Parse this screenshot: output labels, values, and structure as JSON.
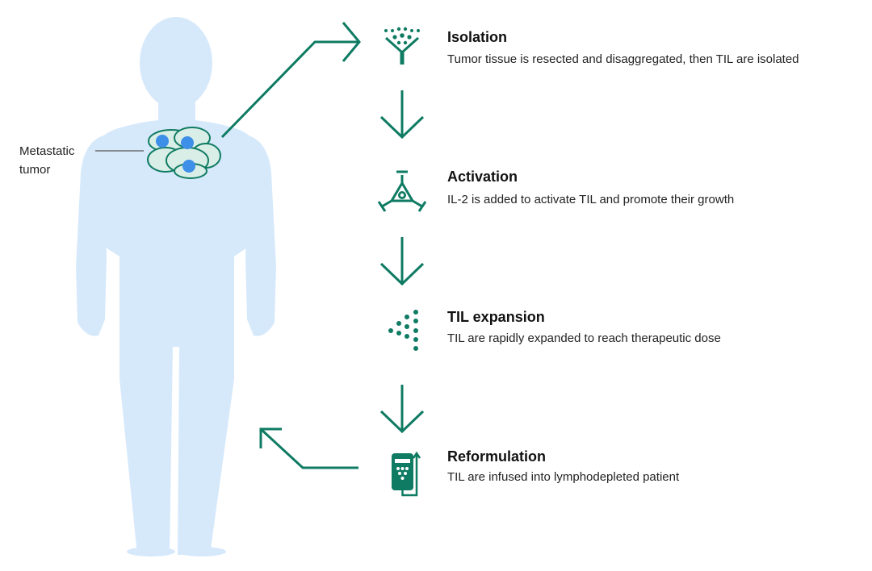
{
  "colors": {
    "accent": "#0f7b63",
    "body": "#d6e9fb",
    "cell_fill": "#d9eee6",
    "cell_dot": "#3d8fe8",
    "text": "#222222"
  },
  "tumor_label": {
    "line1": "Metastatic",
    "line2": "tumor"
  },
  "steps": [
    {
      "icon": "funnel-filter-icon",
      "title": "Isolation",
      "description": "Tumor tissue is resected and disaggregated, then TIL are isolated"
    },
    {
      "icon": "activation-molecule-icon",
      "title": "Activation",
      "description": "IL-2 is added to activate TIL and promote their growth"
    },
    {
      "icon": "dots-expansion-icon",
      "title": "TIL expansion",
      "description": "TIL are rapidly expanded to reach therapeutic dose"
    },
    {
      "icon": "infusion-bag-icon",
      "title": "Reformulation",
      "description": "TIL are infused into lymphodepleted patient"
    }
  ]
}
